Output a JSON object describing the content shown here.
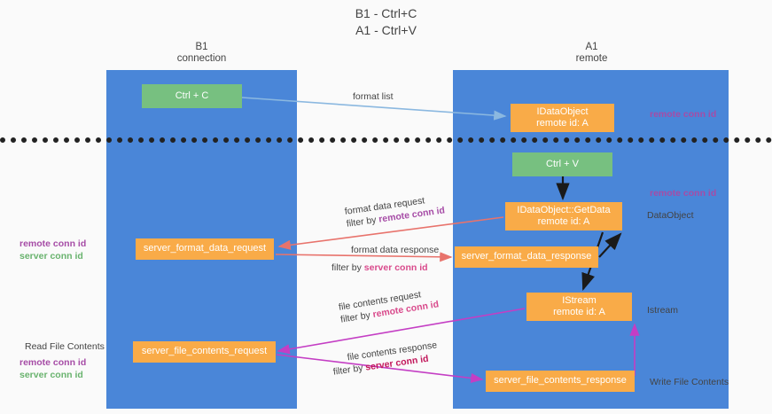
{
  "heading": "B1 - Ctrl+C\nA1 - Ctrl+V",
  "lanes": [
    {
      "id": "b1",
      "title": "B1\nconnection"
    },
    {
      "id": "a1",
      "title": "A1\nremote"
    }
  ],
  "nodes": {
    "ctrl_c": {
      "line1": "Ctrl + C",
      "line2": "",
      "color": "#77c080"
    },
    "idataobject": {
      "line1": "IDataObject",
      "line2": "remote id: A",
      "color": "#f9ab48"
    },
    "ctrl_v": {
      "line1": "Ctrl + V",
      "line2": "",
      "color": "#77c080"
    },
    "getdata": {
      "line1": "IDataObject::GetData",
      "line2": "remote id: A",
      "color": "#f9ab48"
    },
    "server_format_data_request": {
      "line1": "server_format_data_request",
      "line2": "",
      "color": "#f9ab48"
    },
    "server_format_data_response": {
      "line1": "server_format_data_response",
      "line2": "",
      "color": "#f9ab48"
    },
    "istream": {
      "line1": "IStream",
      "line2": "remote id: A",
      "color": "#f9ab48"
    },
    "server_file_contents_request": {
      "line1": "server_file_contents_request",
      "line2": "",
      "color": "#f9ab48"
    },
    "server_file_contents_response": {
      "line1": "server_file_contents_response",
      "line2": "",
      "color": "#f9ab48"
    }
  },
  "edge_labels": {
    "format_list": "format list",
    "format_data_request": "format data request",
    "format_data_request_filter_prefix": "filter by ",
    "format_data_request_filter_key": "remote conn id",
    "format_data_response": "format data response",
    "format_data_response_filter_prefix": "filter by ",
    "format_data_response_filter_key": "server conn id",
    "file_contents_request": "file contents request",
    "file_contents_request_filter_prefix": "filter by ",
    "file_contents_request_filter_key": "remote conn id",
    "file_contents_response": "file contents response",
    "file_contents_response_filter_prefix": "filter by ",
    "file_contents_response_filter_key": "server conn id"
  },
  "side_labels": {
    "right_remote_conn_id_top": "remote conn id",
    "right_remote_conn_id_mid": "remote conn id",
    "right_dataobject": "DataObject",
    "right_istream": "Istream",
    "right_write_file_contents": "Write File Contents",
    "left_remote_conn_id": "remote conn id",
    "left_server_conn_id": "server conn id",
    "left_read_file_contents": "Read File Contents",
    "left_remote_conn_id_2": "remote conn id",
    "left_server_conn_id_2": "server conn id"
  },
  "colors": {
    "lane": "#4a86d8",
    "green_node": "#77c080",
    "orange_node": "#f9ab48",
    "purple": "#a64ca6",
    "magenta": "#c2185b",
    "green_text": "#69b36e",
    "red_arrow": "#e8736c",
    "blue_arrow": "#8bb8e0",
    "black_arrow": "#1a1a1a",
    "magenta_arrow": "#c43ec4",
    "divider": "#222222"
  }
}
